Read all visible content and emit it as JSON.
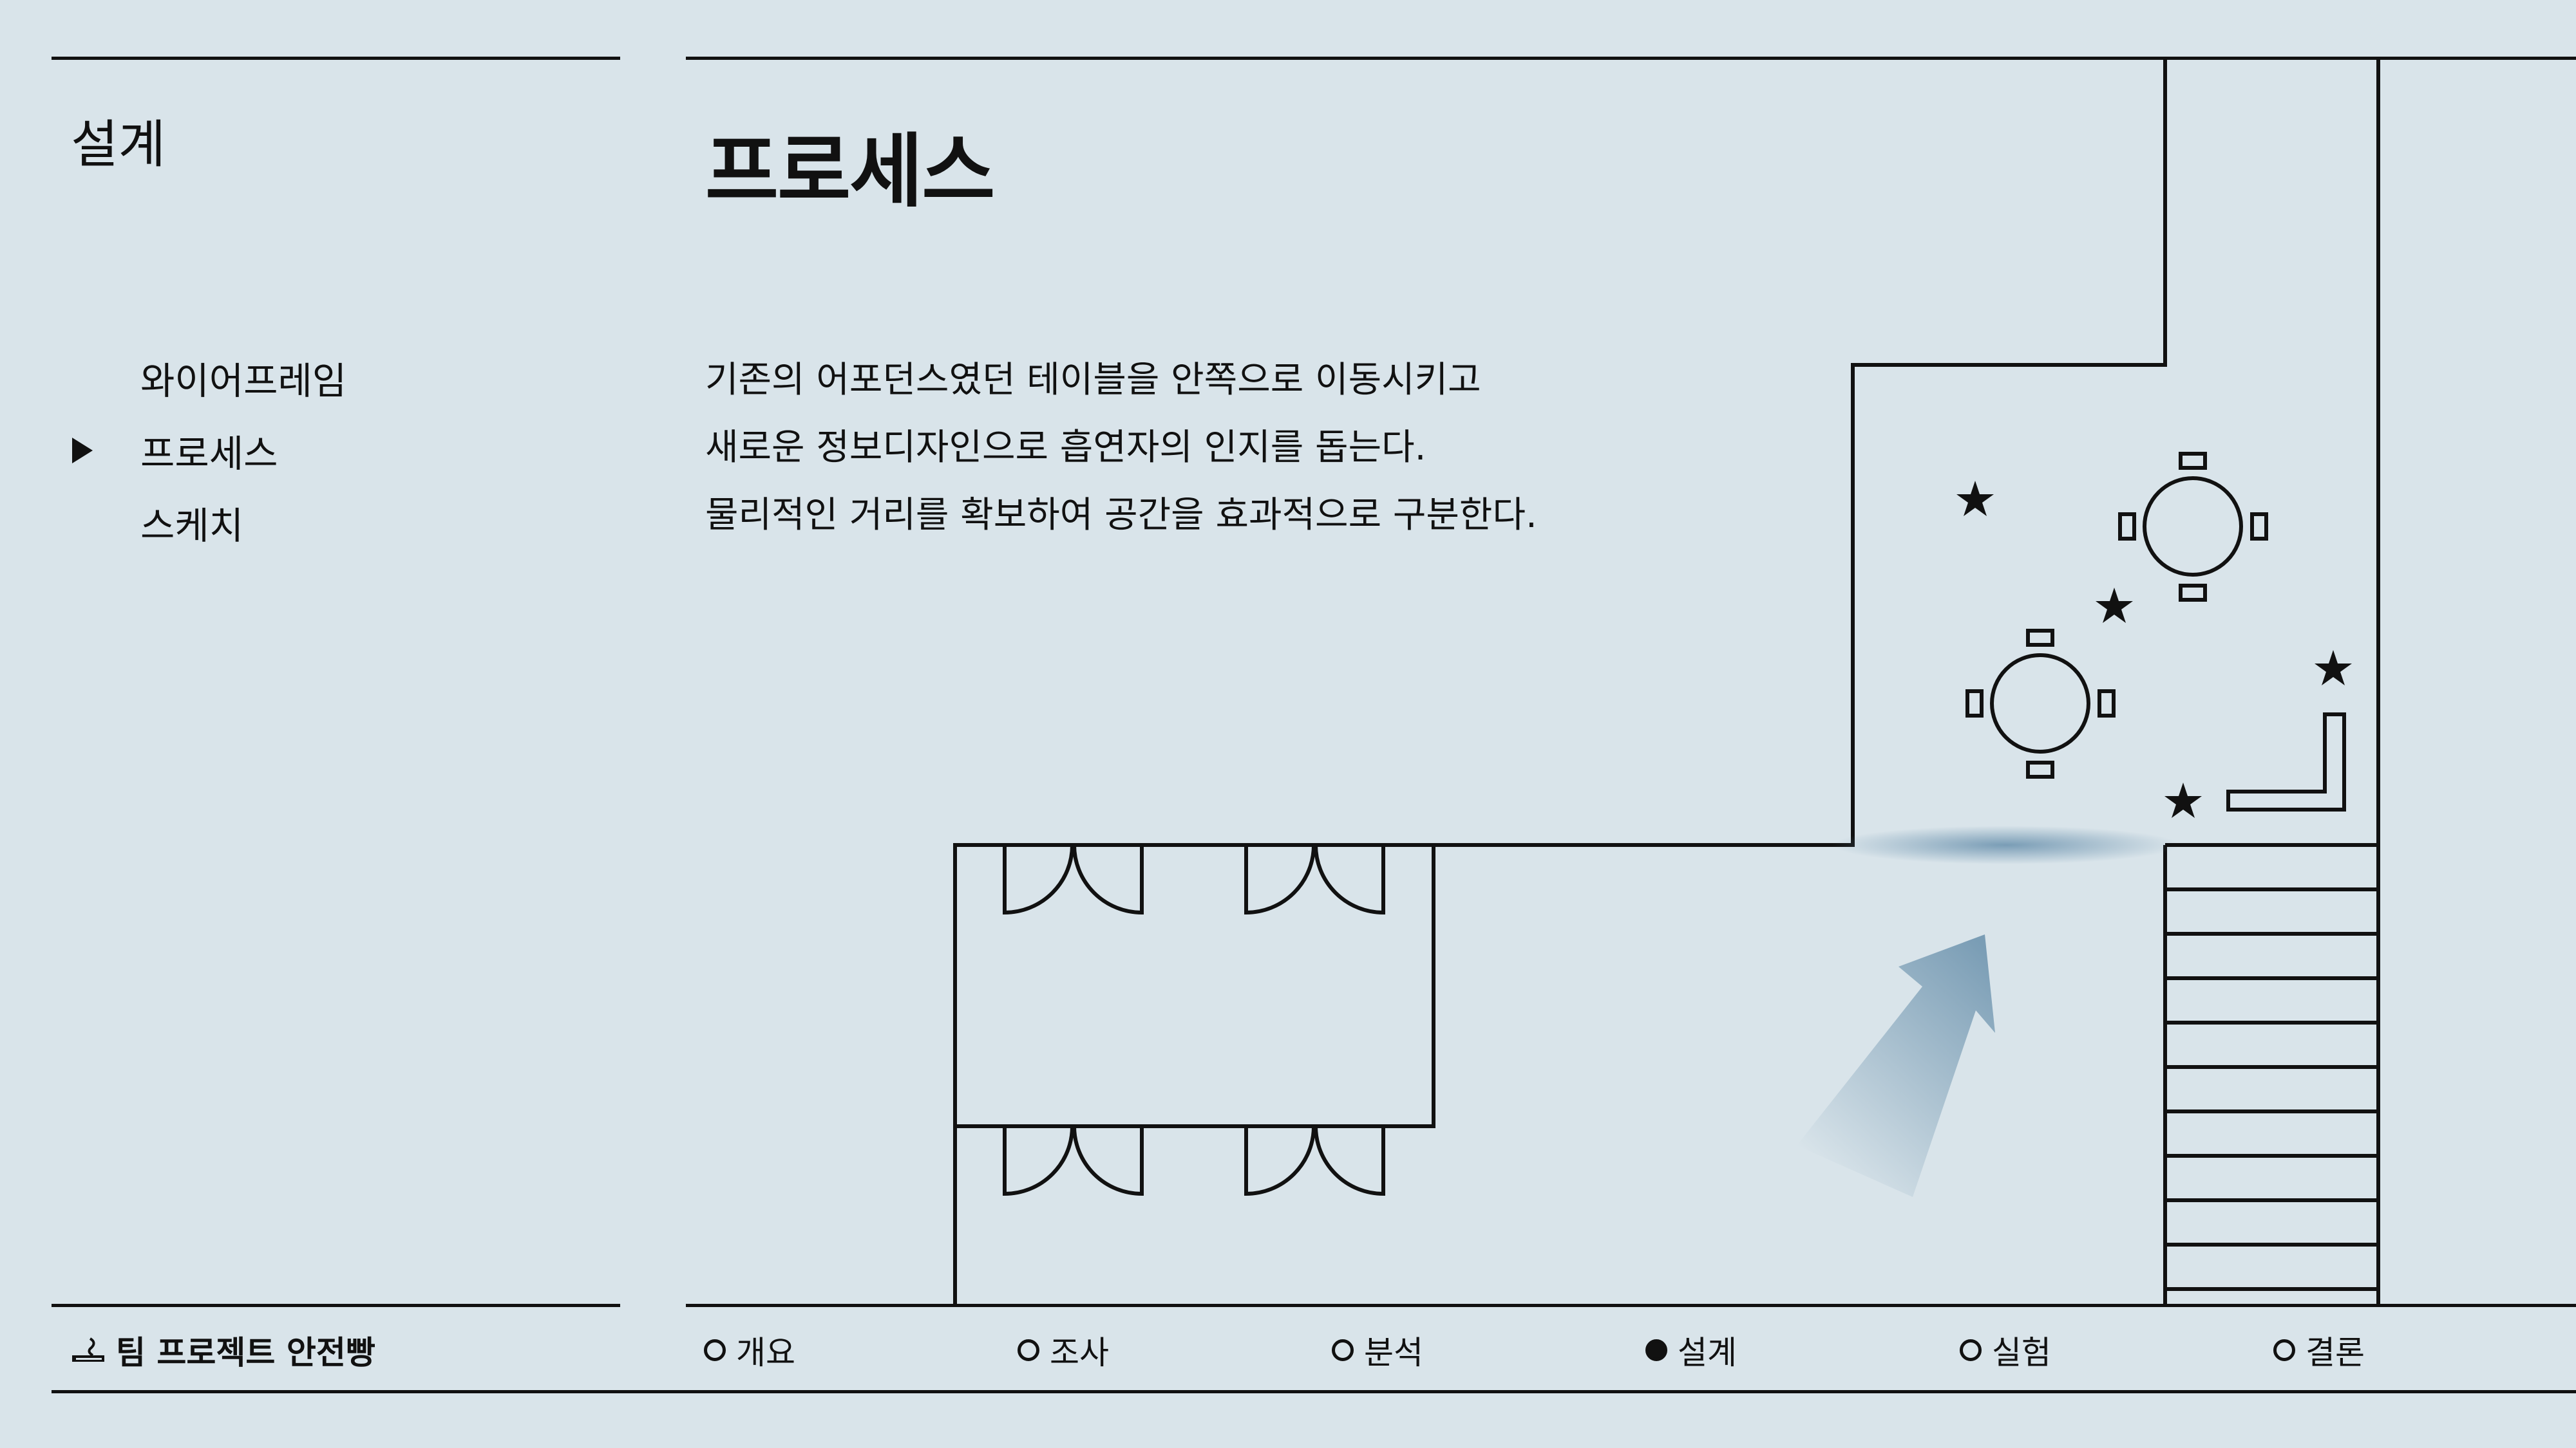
{
  "section": {
    "title": "설계"
  },
  "page": {
    "title": "프로세스"
  },
  "subnav": {
    "items": [
      {
        "label": "와이어프레임",
        "active": false
      },
      {
        "label": "프로세스",
        "active": true
      },
      {
        "label": "스케치",
        "active": false
      }
    ]
  },
  "description": {
    "lines": [
      "기존의 어포던스였던 테이블을 안쪽으로 이동시키고",
      "새로운 정보디자인으로 흡연자의 인지를 돕는다.",
      "물리적인 거리를 확보하여 공간을 효과적으로 구분한다."
    ]
  },
  "footer": {
    "team_label": "팀 프로젝트 안전빵",
    "team_icon": "cigarette-icon",
    "nav": [
      {
        "label": "개요",
        "active": false
      },
      {
        "label": "조사",
        "active": false
      },
      {
        "label": "분석",
        "active": false
      },
      {
        "label": "설계",
        "active": true
      },
      {
        "label": "실험",
        "active": false
      },
      {
        "label": "결론",
        "active": false
      }
    ]
  },
  "colors": {
    "background": "#d9e4ea",
    "ink": "#111111",
    "accent_arrow": "#7a9db5",
    "glow": "#6f95b0"
  }
}
